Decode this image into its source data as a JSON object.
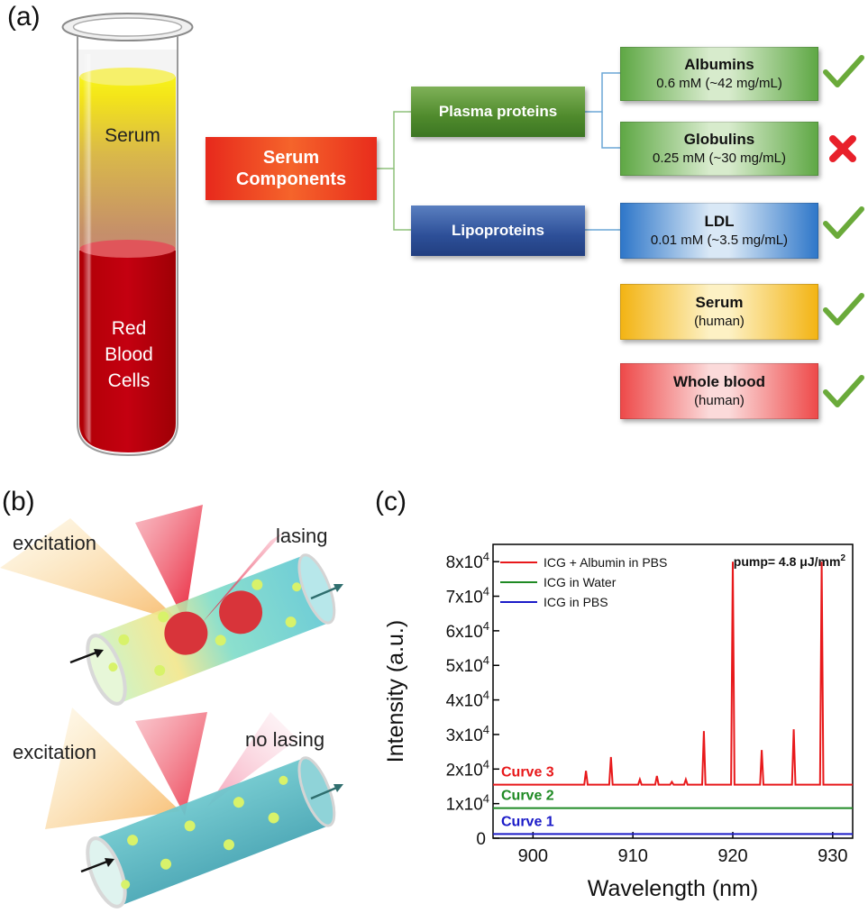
{
  "panels": {
    "a": "(a)",
    "b": "(b)",
    "c": "(c)"
  },
  "tube": {
    "serum": "Serum",
    "rbc_line1": "Red",
    "rbc_line2": "Blood",
    "rbc_line3": "Cells"
  },
  "tree": {
    "root_line1": "Serum",
    "root_line2": "Components",
    "plasma": "Plasma proteins",
    "lipo": "Lipoproteins"
  },
  "results": [
    {
      "name": "Albumins",
      "conc": "0.6 mM  (~42 mg/mL)",
      "status": "check"
    },
    {
      "name": "Globulins",
      "conc": "0.25 mM  (~30 mg/mL)",
      "status": "cross"
    },
    {
      "name": "LDL",
      "conc": "0.01 mM  (~3.5 mg/mL)",
      "status": "check"
    },
    {
      "name": "Serum",
      "conc": "(human)",
      "status": "check"
    },
    {
      "name": "Whole blood",
      "conc": "(human)",
      "status": "check"
    }
  ],
  "colors": {
    "check": "#6aaa3a",
    "cross": "#e8202a"
  },
  "cylinders": {
    "top_excitation": "excitation",
    "top_result": "lasing",
    "bottom_excitation": "excitation",
    "bottom_result": "no lasing"
  },
  "chart_data": {
    "type": "line",
    "xlabel": "Wavelength (nm)",
    "ylabel": "Intensity (a.u.)",
    "xlim": [
      896,
      932
    ],
    "ylim": [
      0,
      85000
    ],
    "xticks": [
      900,
      910,
      920,
      930
    ],
    "yticks": [
      {
        "value": 0,
        "base": "0",
        "exp": ""
      },
      {
        "value": 10000,
        "base": "1x10",
        "exp": "4"
      },
      {
        "value": 20000,
        "base": "2x10",
        "exp": "4"
      },
      {
        "value": 30000,
        "base": "3x10",
        "exp": "4"
      },
      {
        "value": 40000,
        "base": "4x10",
        "exp": "4"
      },
      {
        "value": 50000,
        "base": "5x10",
        "exp": "4"
      },
      {
        "value": 60000,
        "base": "6x10",
        "exp": "4"
      },
      {
        "value": 70000,
        "base": "7x10",
        "exp": "4"
      },
      {
        "value": 80000,
        "base": "8x10",
        "exp": "4"
      }
    ],
    "annotation": {
      "text": "pump= 4.8 μJ/mm",
      "sup": "2"
    },
    "series": [
      {
        "name": "ICG + Albumin in PBS",
        "curve_label": "Curve 3",
        "color": "#e8191b",
        "baseline": 15500,
        "peaks": [
          {
            "x": 905.3,
            "y": 19500
          },
          {
            "x": 907.8,
            "y": 23500
          },
          {
            "x": 910.7,
            "y": 17000
          },
          {
            "x": 912.4,
            "y": 18000
          },
          {
            "x": 913.9,
            "y": 16300
          },
          {
            "x": 915.3,
            "y": 17000
          },
          {
            "x": 917.1,
            "y": 31000
          },
          {
            "x": 920.0,
            "y": 80000
          },
          {
            "x": 922.9,
            "y": 25500
          },
          {
            "x": 926.1,
            "y": 31500
          },
          {
            "x": 928.9,
            "y": 80000
          }
        ]
      },
      {
        "name": "ICG in Water",
        "curve_label": "Curve 2",
        "color": "#1f8a24",
        "baseline": 8700,
        "peaks": []
      },
      {
        "name": "ICG in PBS",
        "curve_label": "Curve 1",
        "color": "#1b1bc8",
        "baseline": 1200,
        "peaks": []
      }
    ]
  }
}
